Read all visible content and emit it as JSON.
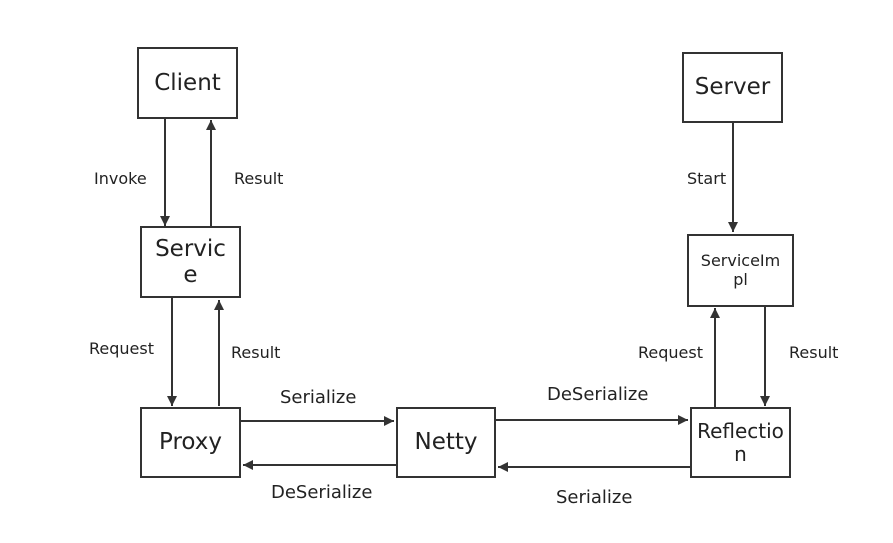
{
  "nodes": {
    "client": "Client",
    "service_line1": "Servic",
    "service_line2": "e",
    "proxy": "Proxy",
    "netty": "Netty",
    "server": "Server",
    "serviceimpl_line1": "ServiceIm",
    "serviceimpl_line2": "pl",
    "reflection_line1": "Reflectio",
    "reflection_line2": "n"
  },
  "edges": {
    "invoke": "Invoke",
    "client_result": "Result",
    "request_left": "Request",
    "result_left": "Result",
    "serialize_top": "Serialize",
    "deserialize_bottom": "DeSerialize",
    "deserialize_top": "DeSerialize",
    "serialize_bottom": "Serialize",
    "start": "Start",
    "request_right": "Request",
    "result_right": "Result"
  },
  "colors": {
    "line": "#333333",
    "text": "#222222"
  }
}
